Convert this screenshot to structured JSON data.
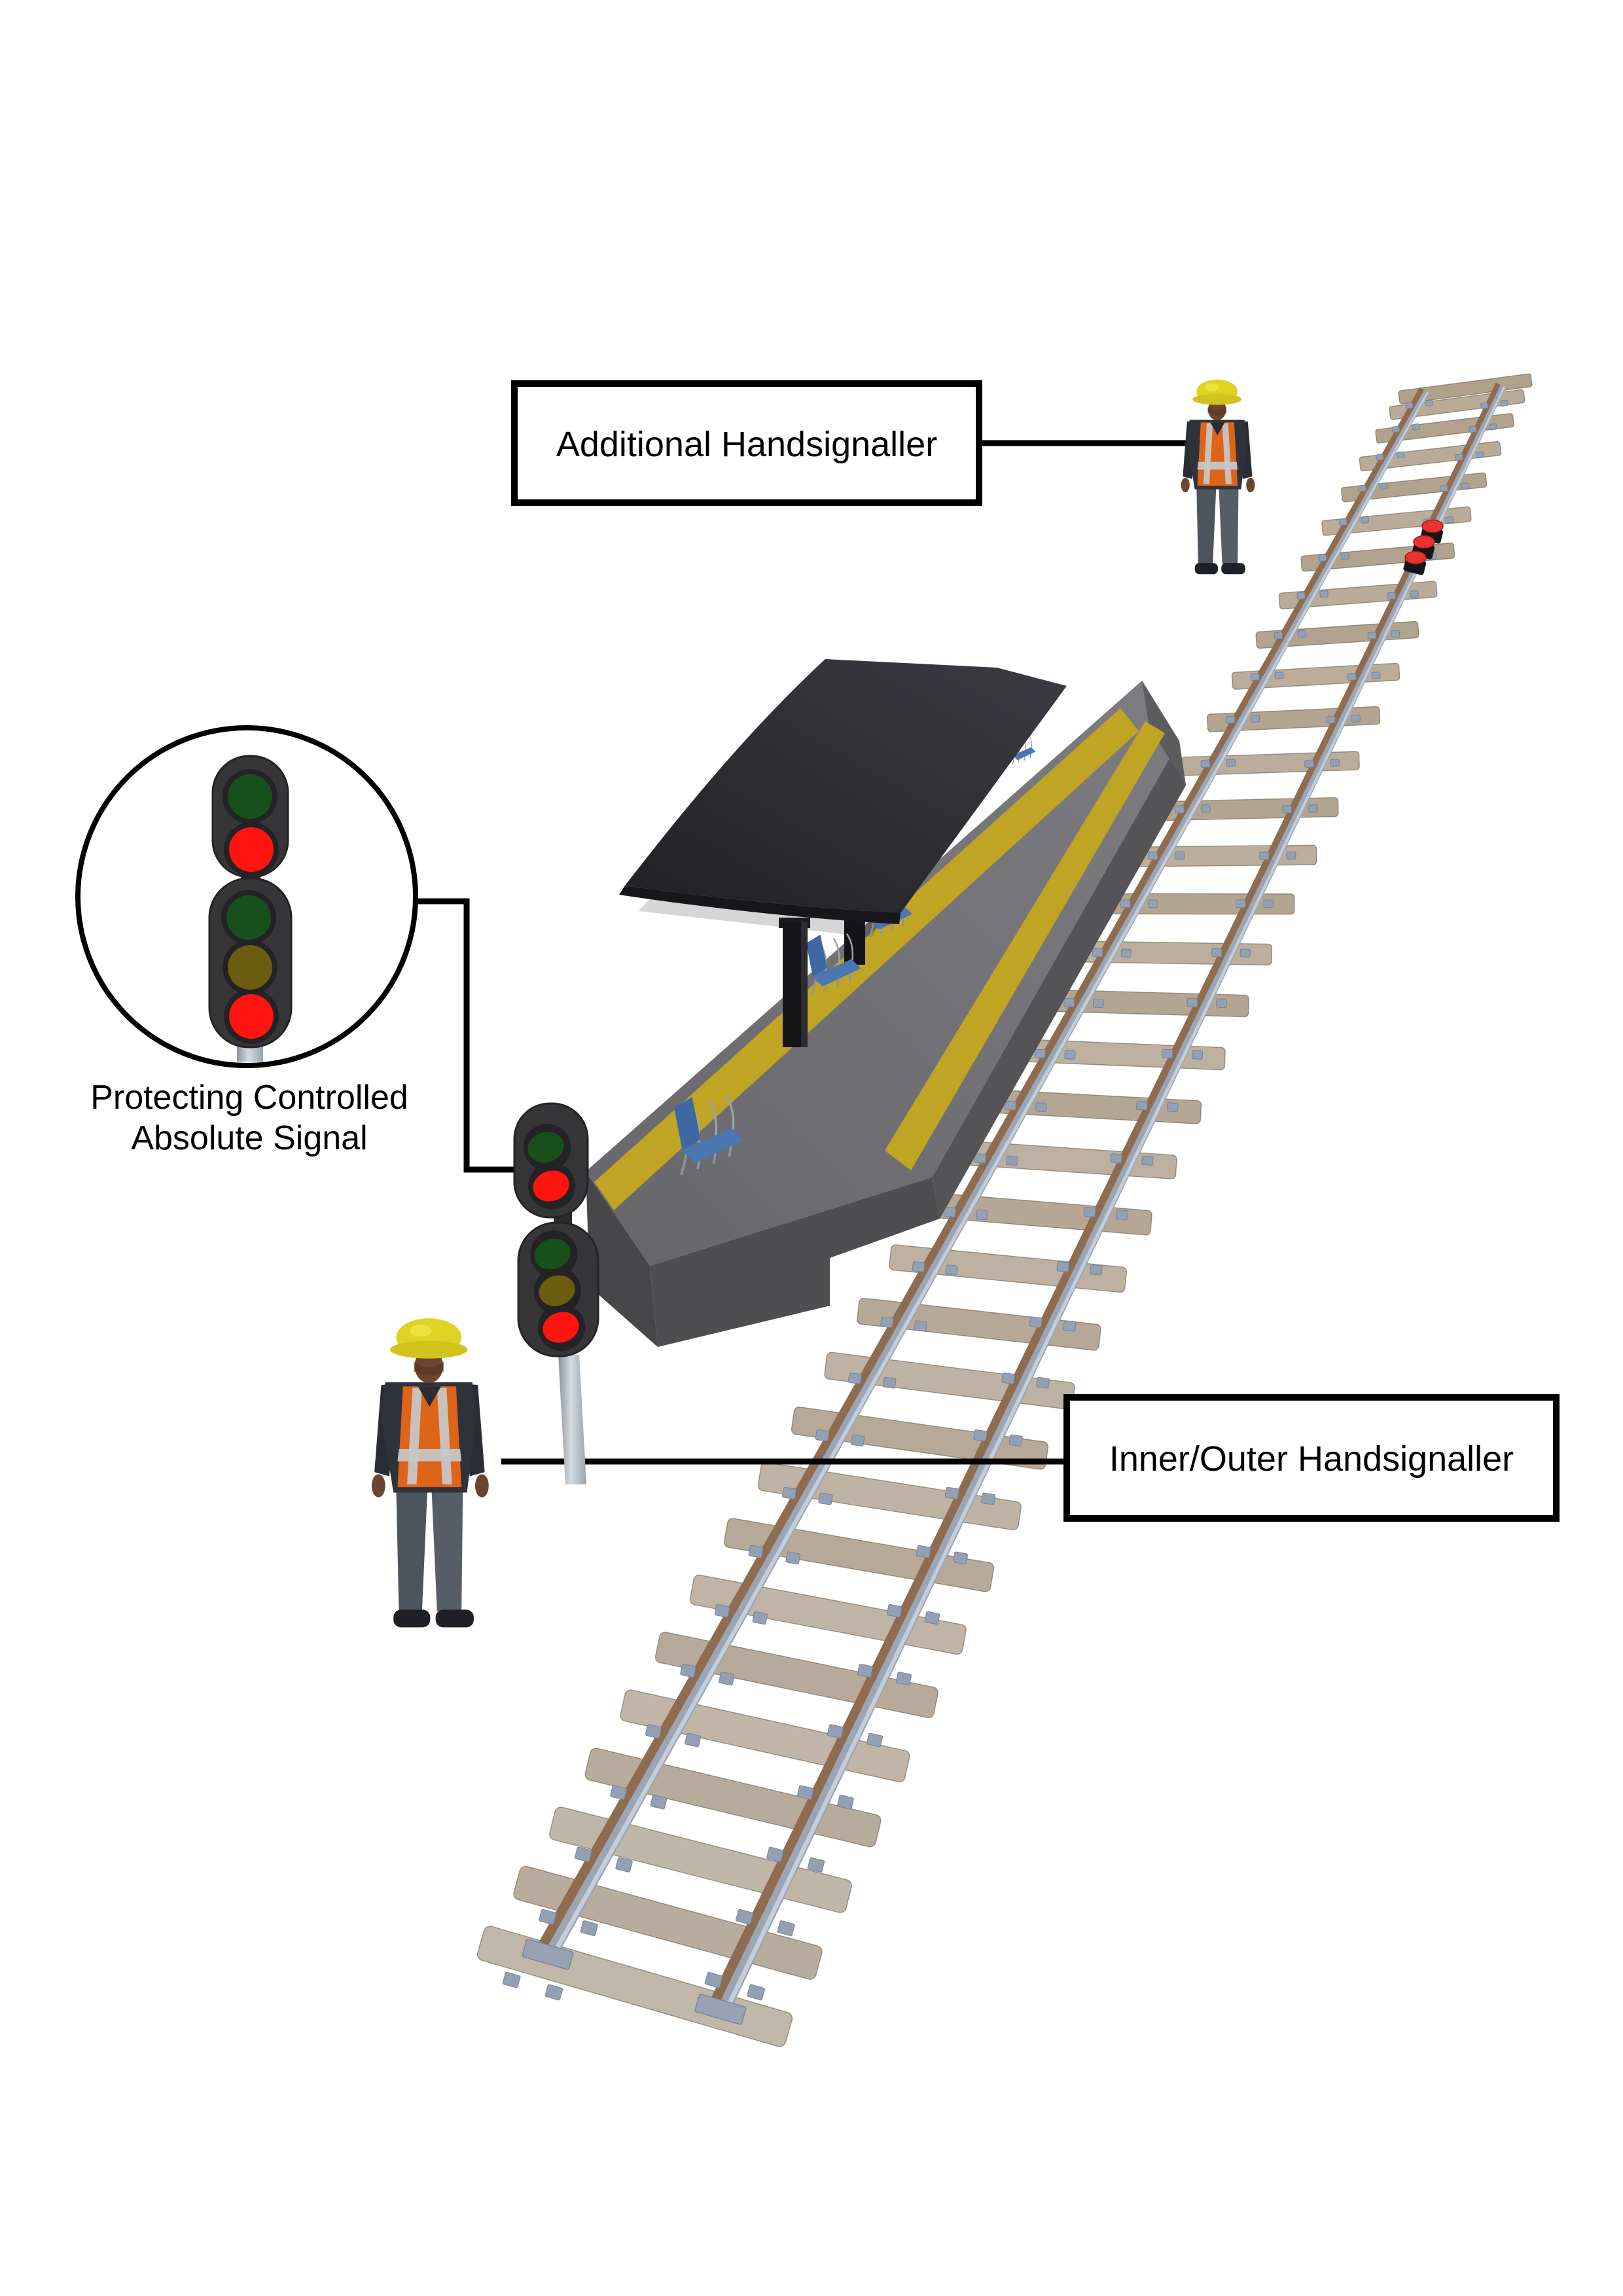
{
  "scene": {
    "type": "railway-worksite-protection-diagram",
    "labels": {
      "additional": "Additional Handsignaller",
      "inner_outer": "Inner/Outer Handsignaller",
      "protecting_line1": "Protecting Controlled",
      "protecting_line2": "Absolute Signal"
    },
    "signal": {
      "description": "Two-headed colour light signal on grey post, repeated magnified in circular inset",
      "heads": [
        {
          "position": "top",
          "aspects": [
            {
              "color_name": "green",
              "state": "unlit"
            },
            {
              "color_name": "red",
              "state": "lit"
            }
          ]
        },
        {
          "position": "bottom",
          "aspects": [
            {
              "color_name": "green",
              "state": "unlit"
            },
            {
              "color_name": "amber",
              "state": "unlit"
            },
            {
              "color_name": "red",
              "state": "lit"
            }
          ]
        }
      ]
    },
    "detonators": {
      "count": 3,
      "placement": "clipped to near rail beside Additional Handsignaller"
    },
    "workers": [
      {
        "role": "Additional Handsignaller",
        "position": "standing left of track, top right"
      },
      {
        "role": "Inner/Outer Handsignaller",
        "position": "standing beside protecting signal, foreground"
      }
    ],
    "platform": {
      "benches": 4,
      "canopy": true,
      "tactile_strips": 2
    },
    "colors": {
      "background": "#ffffff",
      "outline": "#000000",
      "red_lit": "#ff1410",
      "green_unlit": "#17501a",
      "amber_unlit": "#6b5c10",
      "signal_body": "#363638",
      "pole": "#b7c1c9",
      "platform_top": "#6e6e72",
      "platform_side": "#525254",
      "tactile_yellow": "#c0a424",
      "canopy": "#2b2b2f",
      "sleeper": "#b7a894",
      "rail_head": "#9aa5b5",
      "rail_web": "#8f6b50",
      "bench_blue": "#4a76b2",
      "vest_orange": "#dd6418",
      "hat_yellow": "#dfd322",
      "detonator_red": "#e83430"
    }
  }
}
